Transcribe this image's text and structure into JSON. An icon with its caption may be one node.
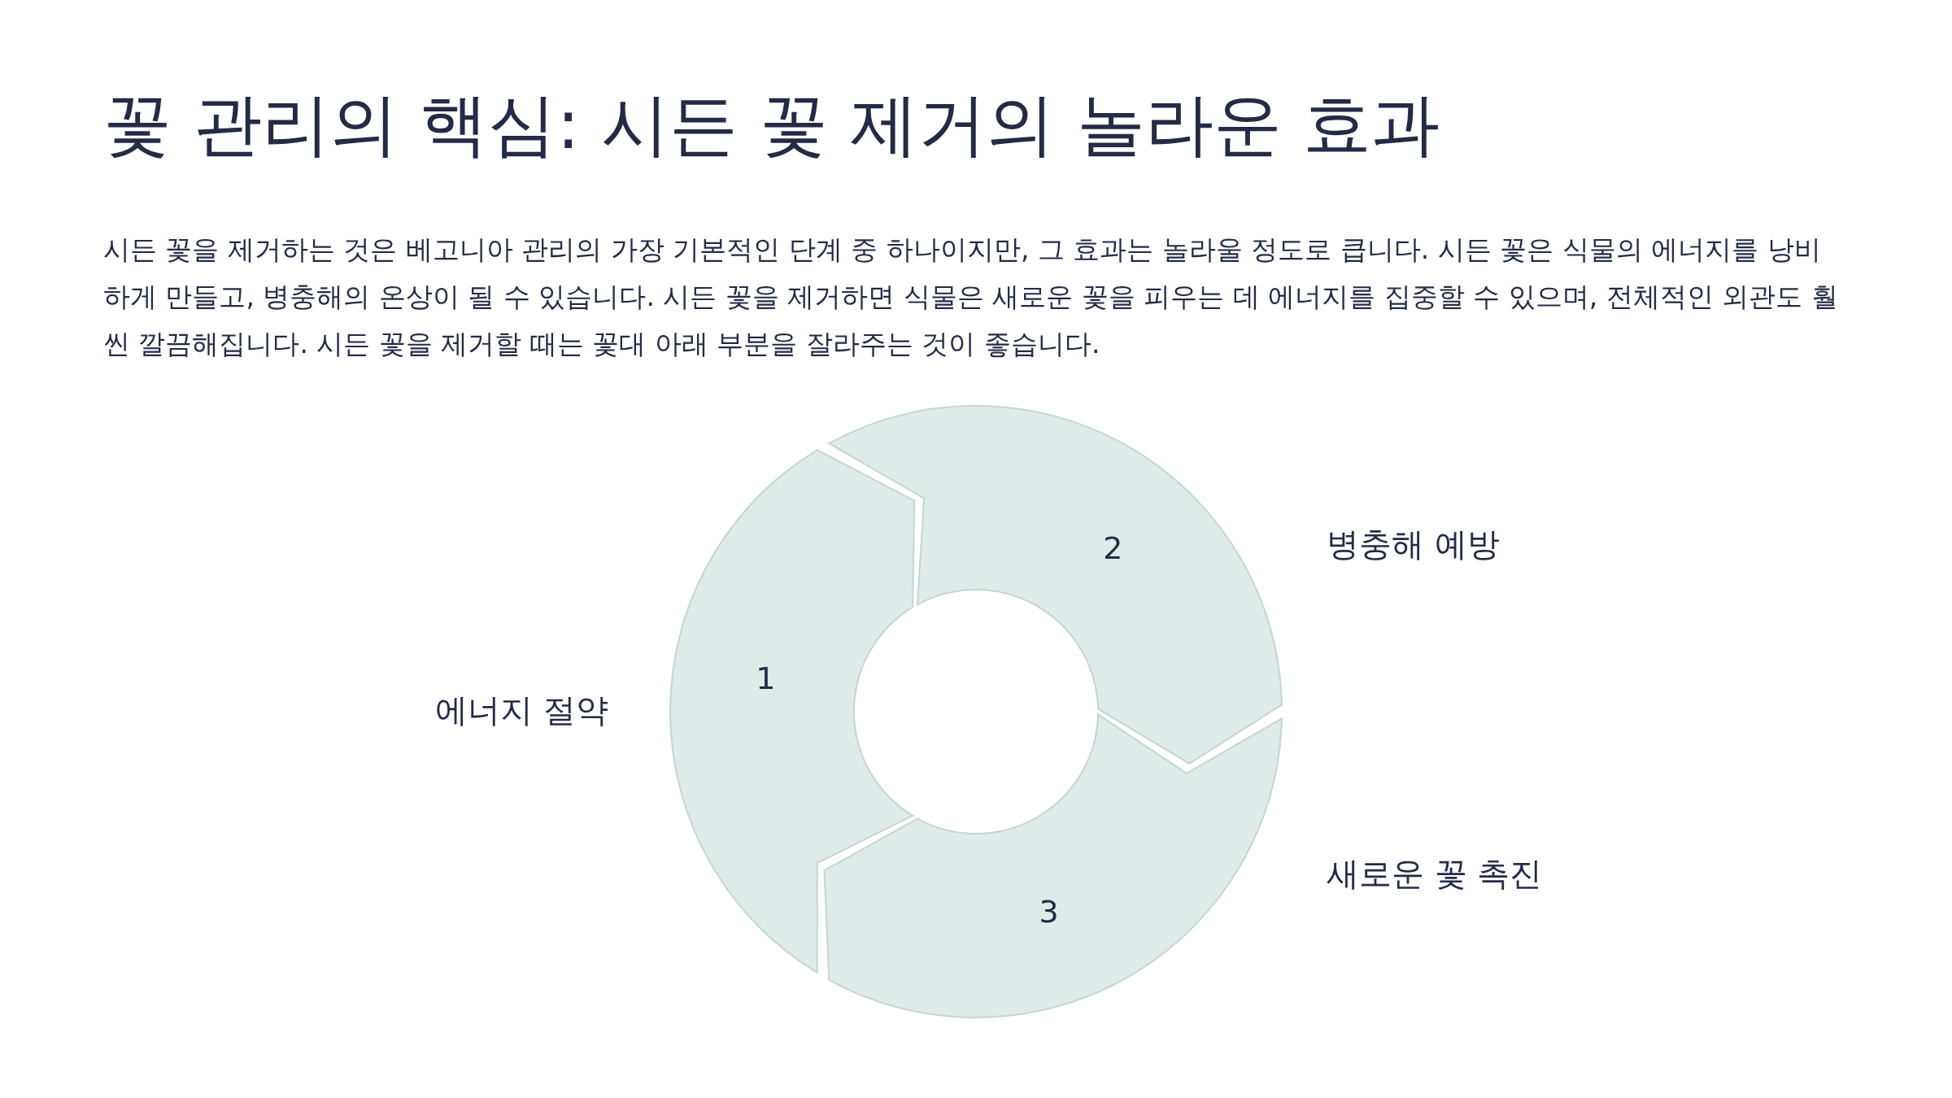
{
  "diagram": {
    "title": "꽃 관리의 핵심: 시든 꽃 제거의 놀라운 효과",
    "nodes": [
      {
        "text": [
          "1"
        ],
        "beside": [
          "에너지 절약"
        ]
      },
      {
        "text": [
          "2"
        ],
        "beside": [
          "병충해 예방"
        ]
      },
      {
        "text": [
          "3"
        ],
        "beside": [
          "새로운 꽃 촉진"
        ]
      }
    ],
    "labels": [
      "시든 꽃을 제거하는 것은 베고니아 관리의 가장 기본적인 단계 중 하나이지만, 그 효과는 놀라울 정도로 큽니다. 시든 꽃은 식물의 에너지를 낭비하게 만들고, 병충해의 온상이 될 수 있습니다. 시든 꽃을 제거하면 식물은 새로운 꽃을 피우는 데 에너지를 집중할 수 있으며, 전체적인 외관도 훨씬 깔끔해집니다. 시든 꽃을 제거할 때는 꽃대 아래 부분을 잘라주는 것이 좋습니다."
    ]
  }
}
